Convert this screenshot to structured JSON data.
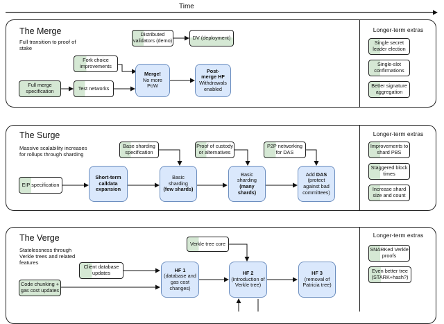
{
  "time": "Time",
  "merge": {
    "title": "The Merge",
    "desc": "Full transition to proof of stake",
    "distributed": "Distributed validators (demo)",
    "dv": "DV (deployment)",
    "fork_choice": "Fork choice improvements",
    "full_merge_spec": "Full merge specification",
    "test_networks": "Test networks",
    "merge_title": "Merge!",
    "merge_sub": "No more PoW",
    "post_merge_title": "Post-merge HF",
    "post_merge_sub": "Withdrawals enabled",
    "extras_title": "Longer-term extras",
    "extras": [
      "Single secret leader election",
      "Single-slot confirmations",
      "Better signature aggregation"
    ]
  },
  "surge": {
    "title": "The Surge",
    "desc": "Massive scalability increases for rollups through sharding",
    "base_sharding": "Base sharding specification",
    "proof_custody": "Proof of custody or alternatives",
    "p2p": "P2P networking for DAS",
    "eip": "EIP specification",
    "short_term": "Short-term calldata expansion",
    "basic_few_pre": "Basic sharding",
    "basic_few_bold": "(few shards)",
    "basic_many_pre": "Basic sharding",
    "basic_many_bold": "(many shards)",
    "das_pre": "Add",
    "das_bold": "DAS",
    "das_sub": "(protect against bad committees)",
    "extras_title": "Longer-term extras",
    "extras": [
      "Improvements to shard PBS",
      "Staggered block times",
      "Increase shard size and count"
    ]
  },
  "verge": {
    "title": "The Verge",
    "desc": "Statelessness through Verkle trees and related features",
    "verkle_core": "Verkle tree core",
    "client_db": "Client database updates",
    "code_chunking": "Code chunking + gas cost updates",
    "hf1_title": "HF 1",
    "hf1_sub": "(database and gas cost changes)",
    "hf2_title": "HF 2",
    "hf2_sub": "(introduction of Verkle tree)",
    "hf3_title": "HF 3",
    "hf3_sub": "(removal of Patricia tree)",
    "extras_title": "Longer-term extras",
    "extras": [
      "SNARKed Verkle proofs",
      "Even better tree (STARK+hash?)"
    ]
  }
}
